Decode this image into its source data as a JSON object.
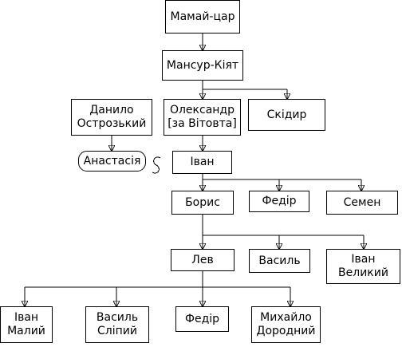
{
  "diagram": {
    "nodes": {
      "mamai": {
        "label": "Мамай-цар"
      },
      "mansur": {
        "label": "Мансур-Кіят"
      },
      "danylo": {
        "label": "Данило\nОстрозький"
      },
      "oleksandr": {
        "label": "Олександр\n[за Вітовта]"
      },
      "skidyr": {
        "label": "Скідир"
      },
      "anastasia": {
        "label": "Анастасія"
      },
      "ivan": {
        "label": "Іван"
      },
      "borys": {
        "label": "Борис"
      },
      "fedir1": {
        "label": "Федір"
      },
      "semen": {
        "label": "Семен"
      },
      "lev": {
        "label": "Лев"
      },
      "vasyl": {
        "label": "Василь"
      },
      "ivan_velykyi": {
        "label": "Іван\nВеликий"
      },
      "ivan_malyi": {
        "label": "Іван\nМалий"
      },
      "vasyl_slipyi": {
        "label": "Василь\nСліпий"
      },
      "fedir2": {
        "label": "Федір"
      },
      "mykhailo": {
        "label": "Михайло\nДородний"
      }
    },
    "colors": {
      "line": "#000000",
      "box_border": "#000000",
      "box_fill": "#ffffff",
      "text": "#000000",
      "background": "#ffffff"
    }
  }
}
